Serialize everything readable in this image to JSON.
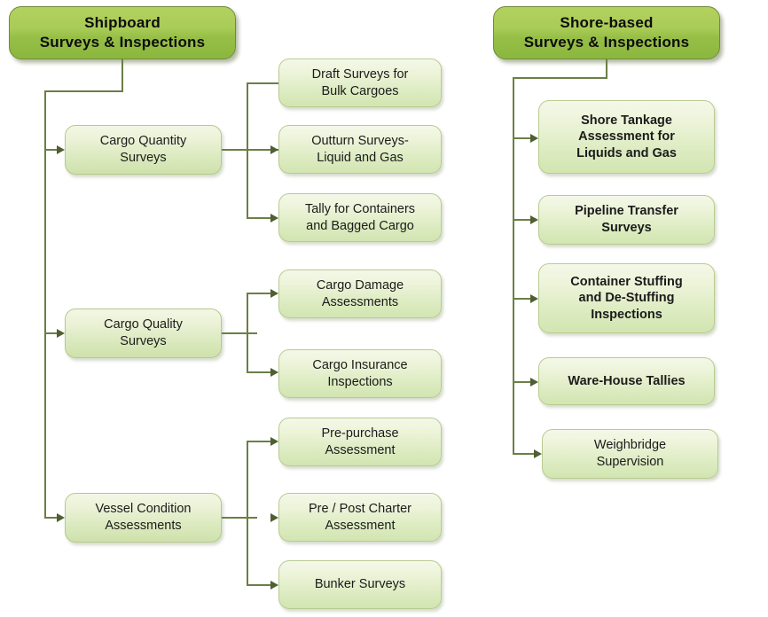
{
  "diagram": {
    "title_hidden": "Survey and Inspection Services Breakdown",
    "colors": {
      "header_fill_top": "#b3d15f",
      "header_fill_bottom": "#8bb73f",
      "header_border": "#6f8a3a",
      "node_fill_top": "#f4f8e8",
      "node_fill_bottom": "#d2e5b1",
      "node_border": "#b9cb90",
      "connector": "#6b7f46",
      "arrow": "#4e5f31",
      "text": "#1b1b1b",
      "background": "#ffffff"
    },
    "columns": [
      {
        "id": "shipboard",
        "header": "Shipboard\nSurveys & Inspections",
        "header_line1": "Shipboard",
        "header_line2": "Surveys & Inspections",
        "categories": [
          {
            "id": "cargo-quantity-surveys",
            "label_line1": "Cargo Quantity",
            "label_line2": "Surveys",
            "children": [
              {
                "id": "draft-surveys-for-bulk-cargoes",
                "line1": "Draft Surveys for",
                "line2": "Bulk Cargoes",
                "has_arrow": false
              },
              {
                "id": "outturn-surveys-liquid-and-gas",
                "line1": "Outturn Surveys-",
                "line2": "Liquid and Gas",
                "has_arrow": true
              },
              {
                "id": "tally-for-containers-and-bagged-cargo",
                "line1": "Tally for Containers",
                "line2": "and Bagged Cargo",
                "has_arrow": true
              }
            ]
          },
          {
            "id": "cargo-quality-surveys",
            "label_line1": "Cargo Quality",
            "label_line2": "Surveys",
            "children": [
              {
                "id": "cargo-damage-assessments",
                "line1": "Cargo Damage",
                "line2": "Assessments",
                "has_arrow": true
              },
              {
                "id": "cargo-insurance-inspections",
                "line1": "Cargo Insurance",
                "line2": "Inspections",
                "has_arrow": true
              }
            ]
          },
          {
            "id": "vessel-condition-assessments",
            "label_line1": "Vessel Condition",
            "label_line2": "Assessments",
            "children": [
              {
                "id": "pre-purchase-assessment",
                "line1": "Pre-purchase",
                "line2": "Assessment",
                "has_arrow": true
              },
              {
                "id": "pre-post-charter-assessment",
                "line1": "Pre / Post Charter",
                "line2": "Assessment",
                "has_arrow": true
              },
              {
                "id": "bunker-surveys",
                "line1": "Bunker Surveys",
                "line2": "",
                "has_arrow": true
              }
            ]
          }
        ]
      },
      {
        "id": "shore-based",
        "header": "Shore-based\nSurveys & Inspections",
        "header_line1": "Shore-based",
        "header_line2": "Surveys & Inspections",
        "items": [
          {
            "id": "shore-tankage-assessment-for-liquids-and-gas",
            "line1": "Shore Tankage",
            "line2": "Assessment for",
            "line3": "Liquids and Gas"
          },
          {
            "id": "pipeline-transfer-surveys",
            "line1": "Pipeline Transfer",
            "line2": "Surveys",
            "line3": ""
          },
          {
            "id": "container-stuffing-and-de-stuffing-inspections",
            "line1": "Container Stuffing",
            "line2": "and De-Stuffing",
            "line3": "Inspections"
          },
          {
            "id": "ware-house-tallies",
            "line1": "Ware-House Tallies",
            "line2": "",
            "line3": ""
          },
          {
            "id": "weighbridge-supervision",
            "line1": "Weighbridge",
            "line2": "Supervision",
            "line3": ""
          }
        ]
      }
    ]
  }
}
